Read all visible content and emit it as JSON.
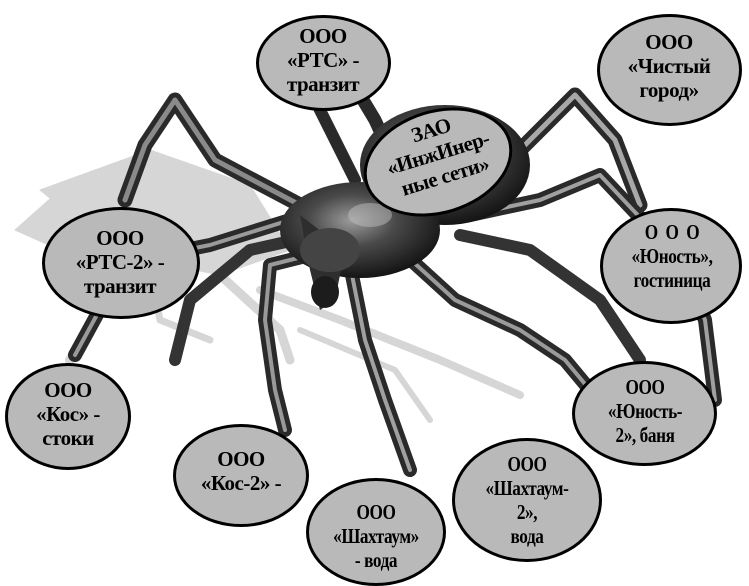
{
  "organizations": [
    {
      "id": "rts",
      "text": "ООО\n«РТС» -\nтранзит"
    },
    {
      "id": "chisty-gorod",
      "text": "ООО\n«Чистый\nгород»"
    },
    {
      "id": "inzhinernye-seti",
      "text": "ЗАО\n«ИнжИнер-\nные сети»"
    },
    {
      "id": "yunost",
      "text": "О  О  О\n«Юность»,\nгостиница"
    },
    {
      "id": "rts-2",
      "text": "ООО\n«РТС-2» -\nтранзит"
    },
    {
      "id": "kos",
      "text": "ООО\n«Кос» -\nстоки"
    },
    {
      "id": "yunost-2",
      "text": "ООО\n«Юность-\n2», баня"
    },
    {
      "id": "kos-2",
      "text": "ООО\n«Кос-2» -"
    },
    {
      "id": "shakhtaum-2",
      "text": "ООО\n«Шахтаум-\n2»,\nвода"
    },
    {
      "id": "shakhtaum",
      "text": "ООО\n«Шахтаум»\n- вода"
    }
  ],
  "colors": {
    "node_fill": "#b9b9b9",
    "node_border": "#000000",
    "spider_dark": "#3a3a3a",
    "spider_light": "#9a9a9a",
    "shadow": "#d4d4d4"
  },
  "picture": "spider-illustration"
}
